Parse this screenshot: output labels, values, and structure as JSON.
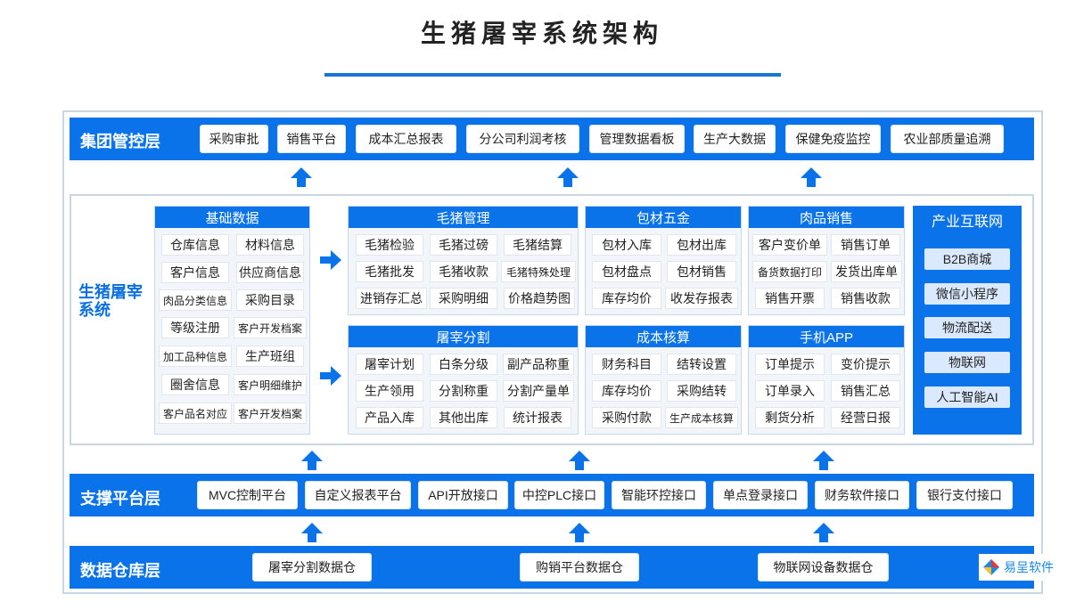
{
  "title": "生猪屠宰系统架构",
  "group_layer": {
    "label": "集团管控层",
    "items": [
      "采购审批",
      "销售平台",
      "成本汇总报表",
      "分公司利润考核",
      "管理数据看板",
      "生产大数据",
      "保健免疫监控",
      "农业部质量追溯"
    ]
  },
  "system": {
    "label_line1": "生猪屠宰",
    "label_line2": "系统",
    "basic": {
      "title": "基础数据",
      "items": [
        "仓库信息",
        "材料信息",
        "客户信息",
        "供应商信息",
        "肉品分类信息",
        "采购目录",
        "等级注册",
        "客户开发档案",
        "加工品种信息",
        "生产班组",
        "圈舍信息",
        "客户明细维护",
        "客户品名对应",
        "客户开发档案"
      ]
    },
    "hog": {
      "title": "毛猪管理",
      "items": [
        "毛猪检验",
        "毛猪过磅",
        "毛猪结算",
        "毛猪批发",
        "毛猪收款",
        "毛猪特殊处理",
        "进销存汇总",
        "采购明细",
        "价格趋势图"
      ]
    },
    "packaging": {
      "title": "包材五金",
      "items": [
        "包材入库",
        "包材出库",
        "包材盘点",
        "包材销售",
        "库存均价",
        "收发存报表"
      ]
    },
    "meat_sales": {
      "title": "肉品销售",
      "items": [
        "客户变价单",
        "销售订单",
        "备货数据打印",
        "发货出库单",
        "销售开票",
        "销售收款"
      ]
    },
    "slaughter": {
      "title": "屠宰分割",
      "items": [
        "屠宰计划",
        "白条分级",
        "副产品称重",
        "生产领用",
        "分割称重",
        "分割产量单",
        "产品入库",
        "其他出库",
        "统计报表"
      ]
    },
    "cost": {
      "title": "成本核算",
      "items": [
        "财务科目",
        "结转设置",
        "库存均价",
        "采购结转",
        "采购付款",
        "生产成本核算"
      ]
    },
    "mobile": {
      "title": "手机APP",
      "items": [
        "订单提示",
        "变价提示",
        "订单录入",
        "销售汇总",
        "剩货分析",
        "经营日报"
      ]
    },
    "industry": {
      "title": "产业互联网",
      "items": [
        "B2B商城",
        "微信小程序",
        "物流配送",
        "物联网",
        "人工智能AI"
      ]
    }
  },
  "support_layer": {
    "label": "支撑平台层",
    "items": [
      "MVC控制平台",
      "自定义报表平台",
      "API开放接口",
      "中控PLC接口",
      "智能环控接口",
      "单点登录接口",
      "财务软件接口",
      "银行支付接口"
    ]
  },
  "warehouse_layer": {
    "label": "数据仓库层",
    "items": [
      "屠宰分割数据仓",
      "购销平台数据仓",
      "物联网设备数据仓"
    ]
  },
  "logo": {
    "text": "易呈软件"
  },
  "colors": {
    "primary": "#0a73ea",
    "panel_bg": "#f2f5f9",
    "line": "#c9d6e6"
  }
}
